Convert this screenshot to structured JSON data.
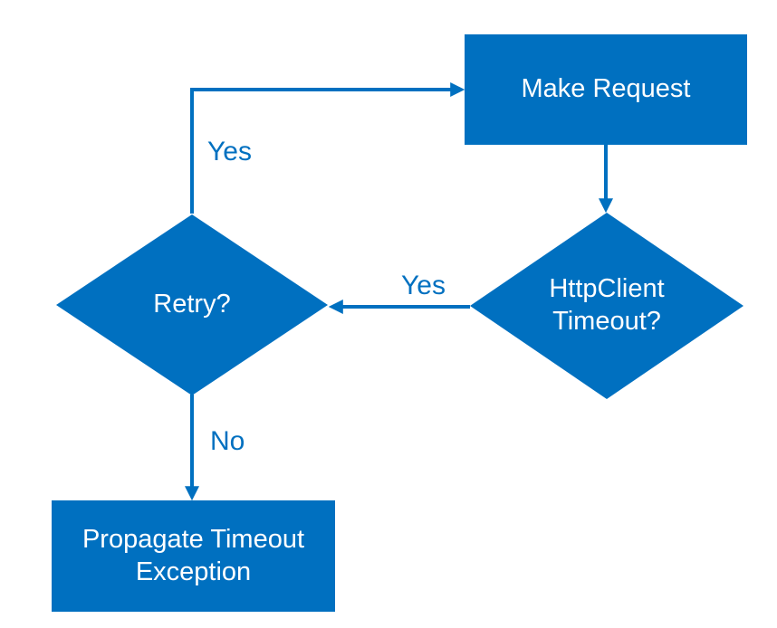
{
  "colors": {
    "accent": "#0070C0",
    "node_text": "#FFFFFF",
    "background": "#FFFFFF"
  },
  "diagram": {
    "type": "flowchart",
    "nodes": {
      "make_request": {
        "shape": "rectangle",
        "label": "Make Request"
      },
      "httpclient_timeout": {
        "shape": "diamond",
        "line1": "HttpClient",
        "line2": "Timeout?"
      },
      "retry": {
        "shape": "diamond",
        "label": "Retry?"
      },
      "propagate_timeout_exception": {
        "shape": "rectangle",
        "line1": "Propagate Timeout",
        "line2": "Exception"
      }
    },
    "edge_labels": {
      "retry_to_make_request": "Yes",
      "timeout_to_retry": "Yes",
      "retry_to_propagate": "No"
    }
  }
}
